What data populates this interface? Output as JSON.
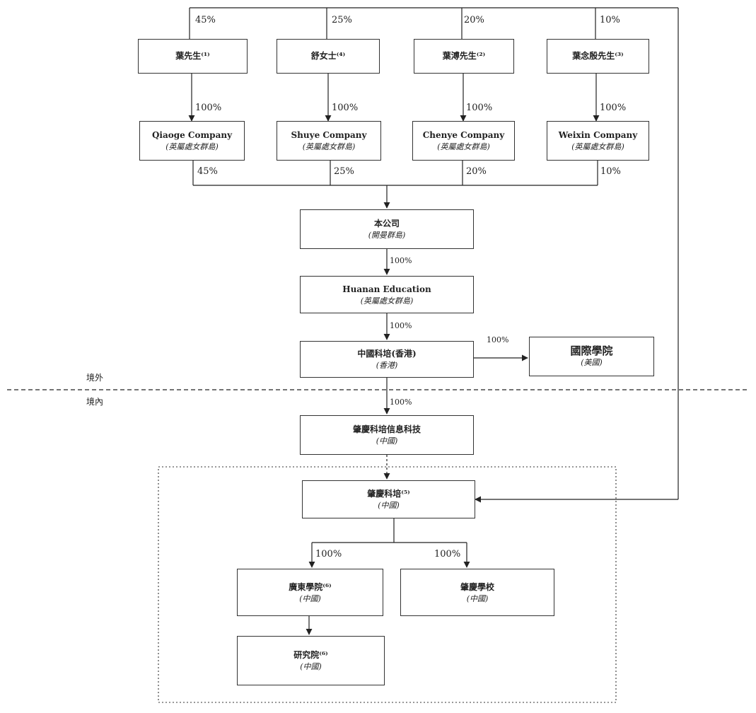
{
  "shareholders": [
    {
      "name": "葉先生⁽¹⁾",
      "pct": "45%"
    },
    {
      "name": "舒女士⁽⁴⁾",
      "pct": "25%"
    },
    {
      "name": "葉溥先生⁽²⁾",
      "pct": "20%"
    },
    {
      "name": "葉念殷先生⁽³⁾",
      "pct": "10%"
    }
  ],
  "holdcos": [
    {
      "name": "Qiaoge Company",
      "jur": "(英屬處女群島)",
      "own_pct": "100%",
      "pct": "45%"
    },
    {
      "name": "Shuye Company",
      "jur": "(英屬處女群島)",
      "own_pct": "100%",
      "pct": "25%"
    },
    {
      "name": "Chenye Company",
      "jur": "(英屬處女群島)",
      "own_pct": "100%",
      "pct": "20%"
    },
    {
      "name": "Weixin Company",
      "jur": "(英屬處女群島)",
      "own_pct": "100%",
      "pct": "10%"
    }
  ],
  "company": {
    "name": "本公司",
    "jur": "(開曼群島)",
    "pct": "100%"
  },
  "huanan": {
    "name": "Huanan Education",
    "jur": "(英屬處女群島)",
    "pct": "100%"
  },
  "kepei_hk": {
    "name": "中國科培(香港)",
    "jur": "(香港)",
    "pct": "100%"
  },
  "intl": {
    "name": "國際學院",
    "jur": "(美國)",
    "pct": "100%"
  },
  "regions": {
    "offshore": "境外",
    "onshore": "境內"
  },
  "info_tech": {
    "name": "肇慶科培信息科技",
    "jur": "(中國)"
  },
  "zhaoqing": {
    "name": "肇慶科培⁽⁵⁾",
    "jur": "(中國)"
  },
  "guangdong": {
    "name": "廣東學院⁽⁶⁾",
    "jur": "(中國)",
    "pct": "100%"
  },
  "school": {
    "name": "肇慶學校",
    "jur": "(中國)",
    "pct": "100%"
  },
  "research": {
    "name": "研究院⁽⁶⁾",
    "jur": "(中國)"
  }
}
